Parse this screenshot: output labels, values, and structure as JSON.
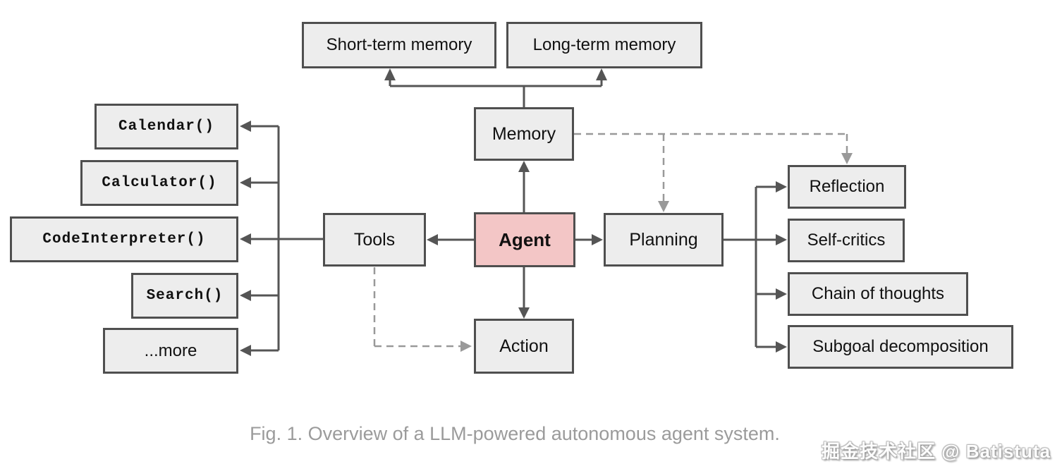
{
  "diagram": {
    "nodes": {
      "short_term_memory": {
        "label": "Short-term memory"
      },
      "long_term_memory": {
        "label": "Long-term memory"
      },
      "memory": {
        "label": "Memory"
      },
      "agent": {
        "label": "Agent"
      },
      "tools": {
        "label": "Tools"
      },
      "planning": {
        "label": "Planning"
      },
      "action": {
        "label": "Action"
      },
      "calendar": {
        "label": "Calendar()"
      },
      "calculator": {
        "label": "Calculator()"
      },
      "code_interpreter": {
        "label": "CodeInterpreter()"
      },
      "search": {
        "label": "Search()"
      },
      "more": {
        "label": "...more"
      },
      "reflection": {
        "label": "Reflection"
      },
      "self_critics": {
        "label": "Self-critics"
      },
      "chain_of_thoughts": {
        "label": "Chain of thoughts"
      },
      "subgoal_decomposition": {
        "label": "Subgoal decomposition"
      }
    },
    "edges": [
      {
        "from": "agent",
        "to": "memory",
        "style": "solid-arrow"
      },
      {
        "from": "memory",
        "to": "short_term_memory",
        "style": "solid-arrow"
      },
      {
        "from": "memory",
        "to": "long_term_memory",
        "style": "solid-arrow"
      },
      {
        "from": "agent",
        "to": "tools",
        "style": "solid-arrow"
      },
      {
        "from": "agent",
        "to": "planning",
        "style": "solid-arrow"
      },
      {
        "from": "agent",
        "to": "action",
        "style": "solid-arrow"
      },
      {
        "from": "tools",
        "to": "calendar",
        "style": "solid-arrow"
      },
      {
        "from": "tools",
        "to": "calculator",
        "style": "solid-arrow"
      },
      {
        "from": "tools",
        "to": "code_interpreter",
        "style": "solid-arrow"
      },
      {
        "from": "tools",
        "to": "search",
        "style": "solid-arrow"
      },
      {
        "from": "tools",
        "to": "more",
        "style": "solid-arrow"
      },
      {
        "from": "planning",
        "to": "reflection",
        "style": "solid-arrow"
      },
      {
        "from": "planning",
        "to": "self_critics",
        "style": "solid-arrow"
      },
      {
        "from": "planning",
        "to": "chain_of_thoughts",
        "style": "solid-arrow"
      },
      {
        "from": "planning",
        "to": "subgoal_decomposition",
        "style": "solid-arrow"
      },
      {
        "from": "memory",
        "to": "planning",
        "style": "dashed-arrow"
      },
      {
        "from": "memory",
        "to": "reflection",
        "style": "dashed-arrow"
      },
      {
        "from": "tools",
        "to": "action",
        "style": "dashed-arrow"
      }
    ],
    "colors": {
      "box_fill": "#ededed",
      "box_border": "#4f4f4f",
      "agent_fill": "#f3c6c6",
      "arrow_solid": "#555555",
      "arrow_dashed": "#999999",
      "caption_text": "#9b9b9b"
    }
  },
  "caption": "Fig. 1. Overview of a LLM-powered autonomous agent system.",
  "watermark": "掘金技术社区 @ Batistuta"
}
